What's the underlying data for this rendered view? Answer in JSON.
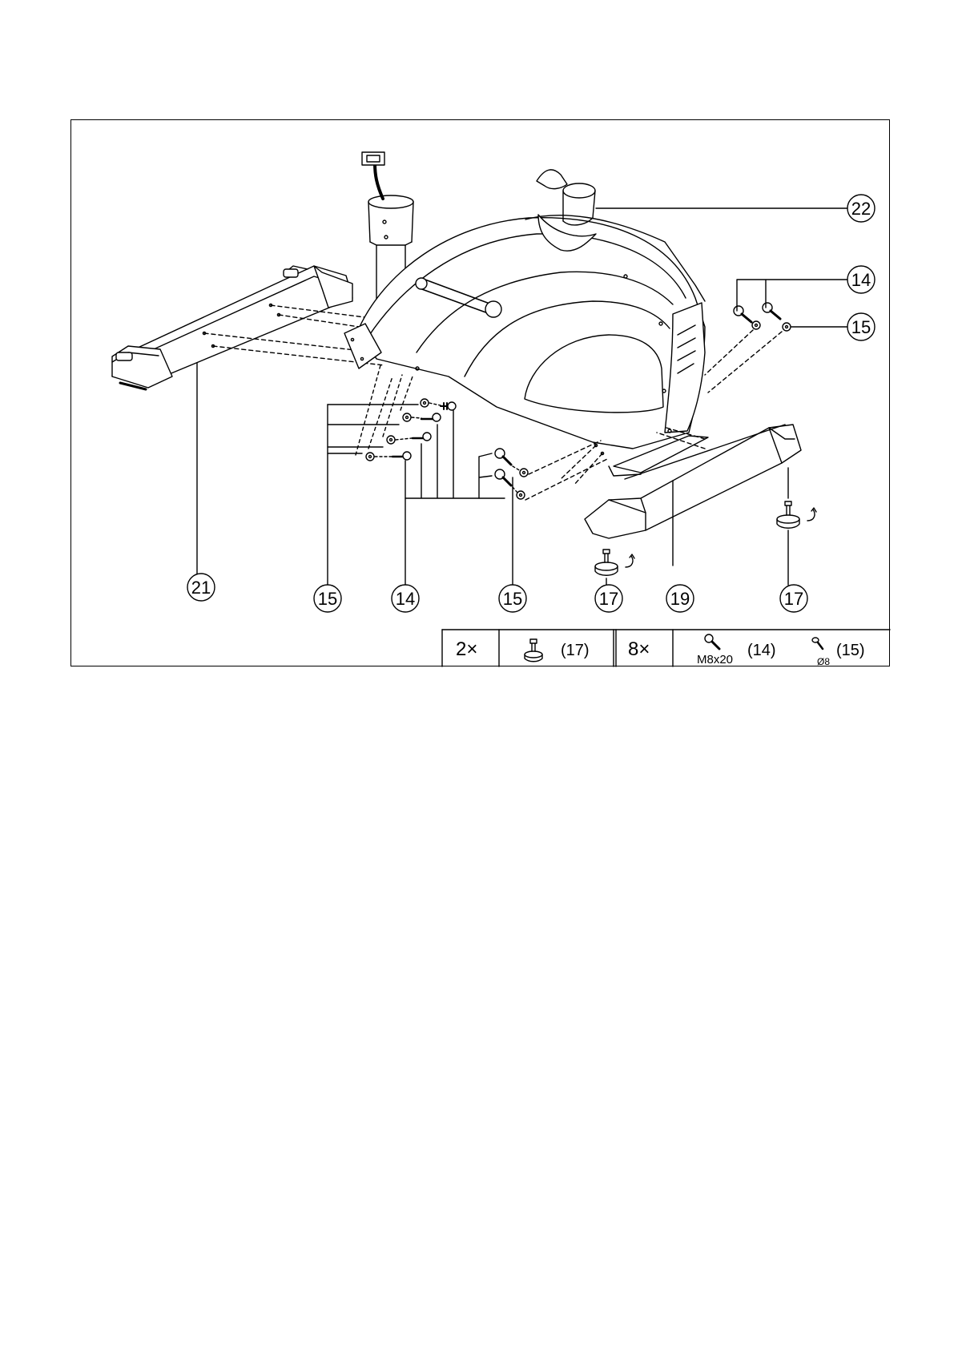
{
  "callouts": {
    "c22": "22",
    "c14_right": "14",
    "c15_right": "15",
    "c21": "21",
    "c15_left": "15",
    "c14_mid": "14",
    "c15_mid": "15",
    "c17_left": "17",
    "c19": "19",
    "c17_right": "17"
  },
  "parts_table": {
    "group1_qty": "2×",
    "group1_ref": "(17)",
    "group2_qty": "8×",
    "bolt_spec": "M8x20",
    "bolt_ref": "(14)",
    "washer_spec": "Ø8",
    "washer_ref": "(15)"
  },
  "icons": [
    "leveling-foot-icon",
    "bolt-icon",
    "washer-icon",
    "rotate-arrow-icon"
  ]
}
